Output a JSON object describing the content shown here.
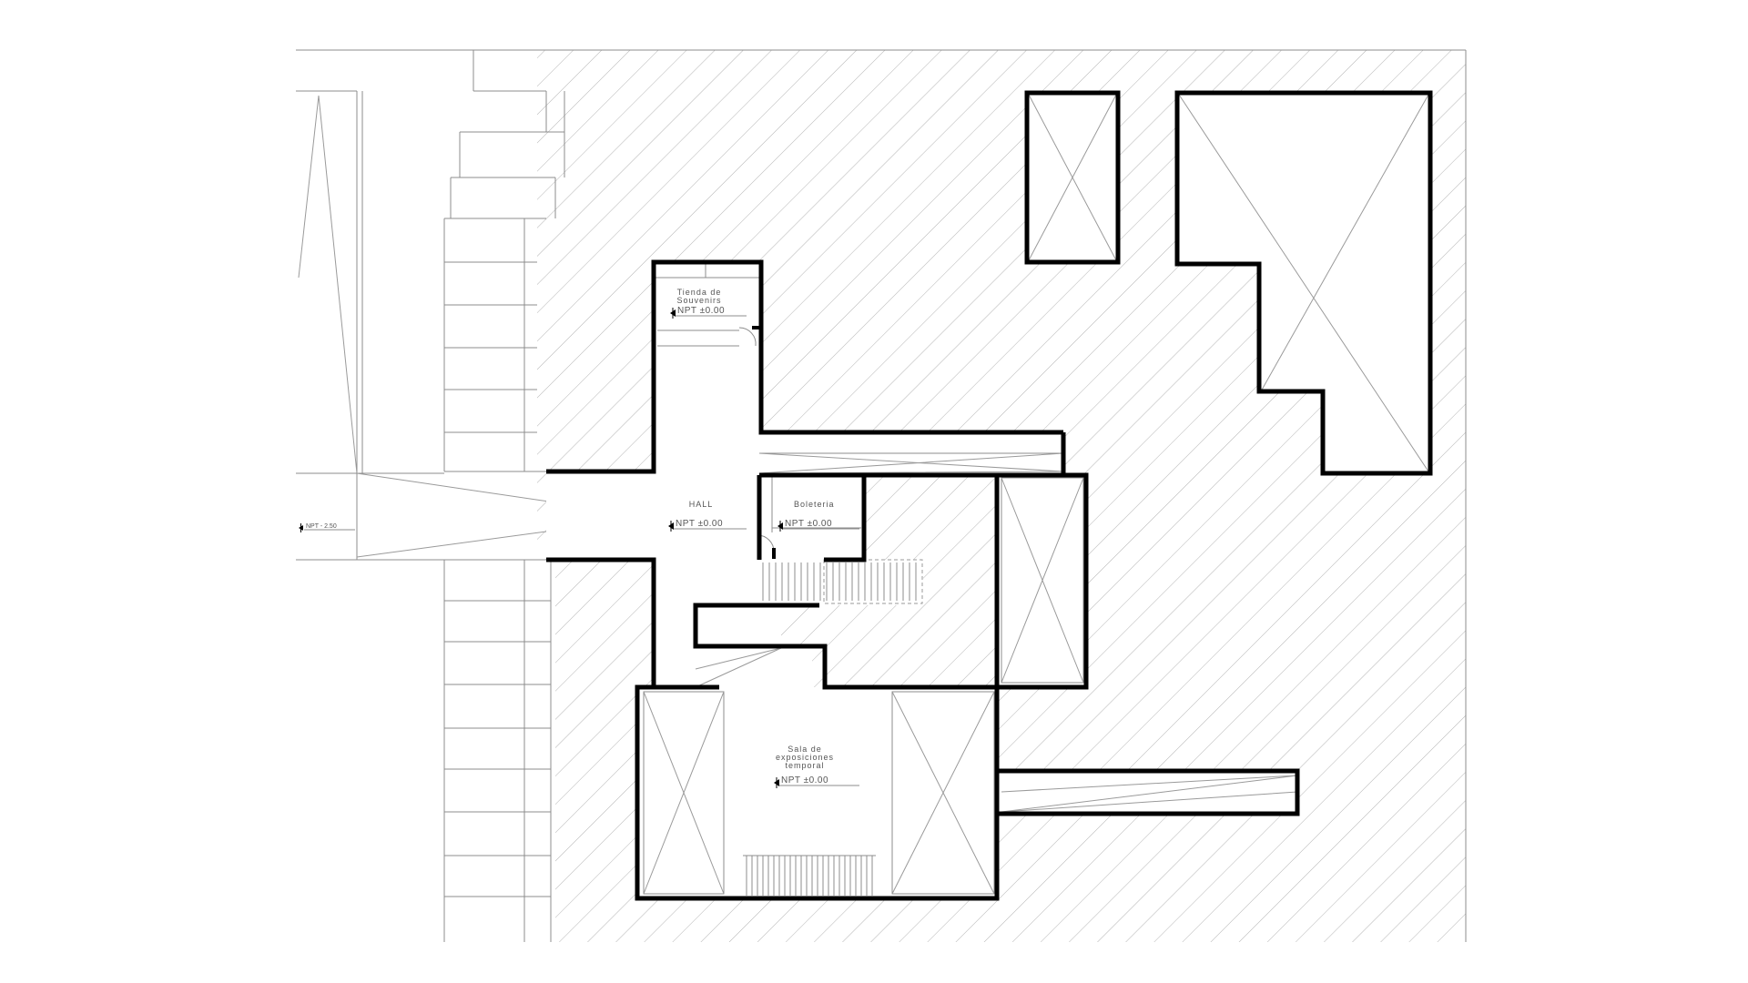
{
  "rooms": {
    "souvenirs": {
      "name_line1": "Tienda de",
      "name_line2": "Souvenirs",
      "level": "NPT ±0.00"
    },
    "hall": {
      "name": "HALL",
      "level": "NPT ±0.00"
    },
    "boleteria": {
      "name": "Boleteria",
      "level": "NPT ±0.00"
    },
    "exposiciones": {
      "name_line1": "Sala de",
      "name_line2": "exposiciones",
      "name_line3": "temporal",
      "level": "NPT ±0.00"
    }
  },
  "exterior": {
    "access_level": "NPT - 2.50"
  },
  "colors": {
    "walls": "#000000",
    "fine_lines": "#8c8c8c",
    "hatch": "#b4b4b4",
    "background": "#ffffff"
  }
}
